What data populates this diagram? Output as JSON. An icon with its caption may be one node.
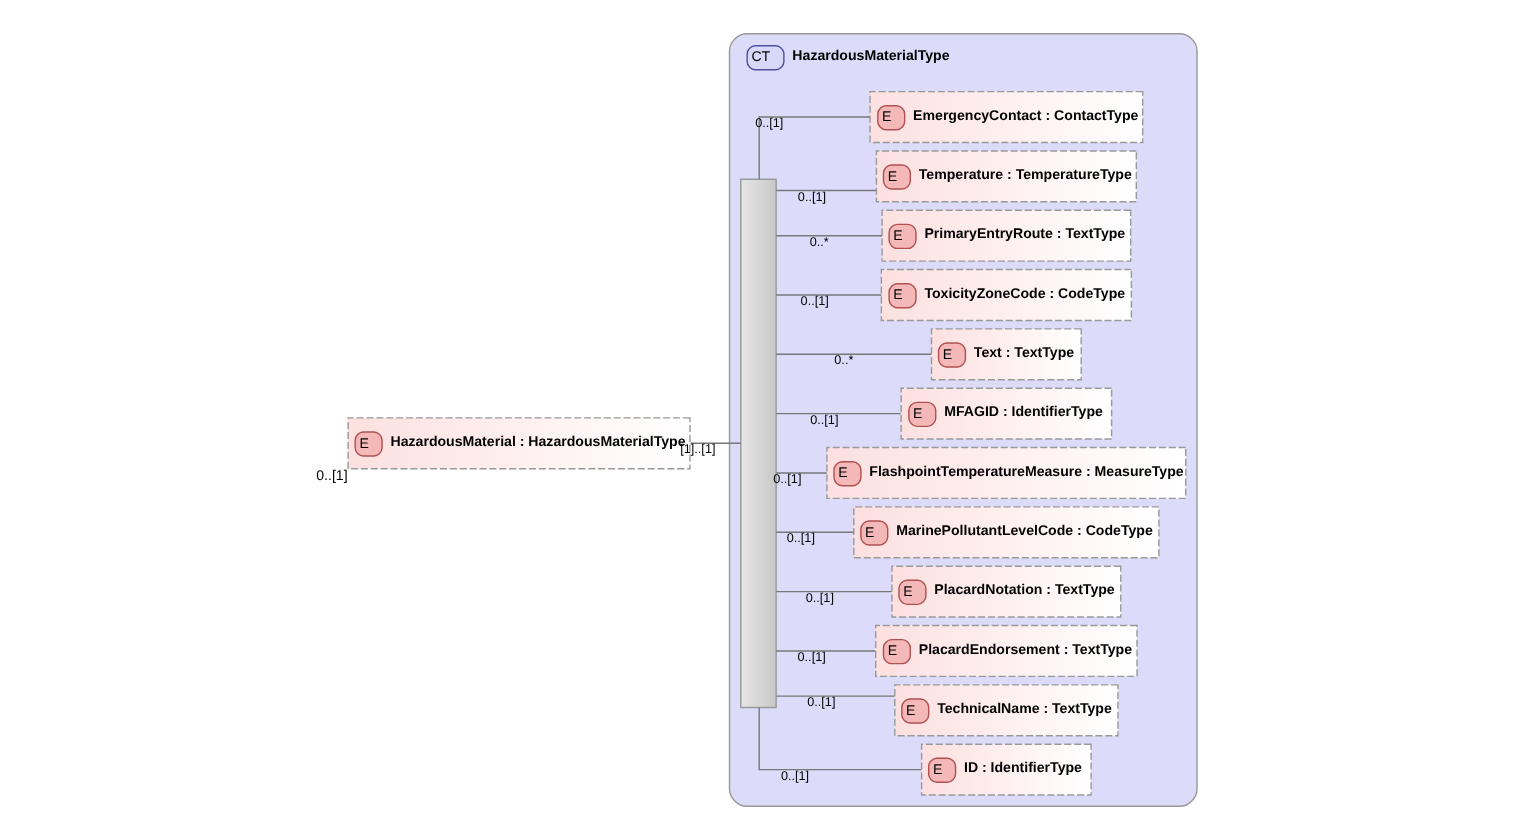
{
  "diagram": {
    "nodes": [
      {
        "text": [
          "E",
          "HazardousMaterial : HazardousMaterialType"
        ],
        "beside": [
          "0..[1]"
        ]
      },
      {
        "text": [
          "CT",
          "HazardousMaterialType"
        ]
      },
      {
        "text": [],
        "shape": "bar",
        "in": 1
      },
      {
        "text": [
          "E",
          "ID : IdentifierType"
        ],
        "in": 1
      },
      {
        "text": [
          "E",
          "TechnicalName : TextType"
        ],
        "in": 1
      },
      {
        "text": [
          "E",
          "PlacardEndorsement : TextType"
        ],
        "in": 1
      },
      {
        "text": [
          "E",
          "PlacardNotation : TextType"
        ],
        "in": 1
      },
      {
        "text": [
          "E",
          "MarinePollutantLevelCode : CodeType"
        ],
        "in": 1
      },
      {
        "text": [
          "E",
          "FlashpointTemperatureMeasure : MeasureType"
        ],
        "in": 1
      },
      {
        "text": [
          "E",
          "MFAGID : IdentifierType"
        ],
        "in": 1
      },
      {
        "text": [
          "E",
          "Text : TextType"
        ],
        "in": 1
      },
      {
        "text": [
          "E",
          "ToxicityZoneCode : CodeType"
        ],
        "in": 1
      },
      {
        "text": [
          "E",
          "PrimaryEntryRoute : TextType"
        ],
        "in": 1
      },
      {
        "text": [
          "E",
          "Temperature : TemperatureType"
        ],
        "in": 1
      },
      {
        "text": [
          "E",
          "EmergencyContact : ContactType"
        ],
        "in": 1
      }
    ],
    "edges": [
      {
        "from": 0,
        "to": 2,
        "arrow": "none",
        "label": "[1]..[1]"
      },
      {
        "from": 2,
        "to": 3,
        "arrow": "none",
        "label": "0..[1]"
      },
      {
        "from": 2,
        "to": 4,
        "arrow": "none",
        "label": "0..[1]"
      },
      {
        "from": 2,
        "to": 5,
        "arrow": "none",
        "label": "0..[1]"
      },
      {
        "from": 2,
        "to": 6,
        "arrow": "none",
        "label": "0..[1]"
      },
      {
        "from": 2,
        "to": 7,
        "arrow": "none",
        "label": "0..[1]"
      },
      {
        "from": 2,
        "to": 8,
        "arrow": "none",
        "label": "0..[1]"
      },
      {
        "from": 2,
        "to": 9,
        "arrow": "none",
        "label": "0..[1]"
      },
      {
        "from": 2,
        "to": 10,
        "arrow": "none",
        "label": "0..*"
      },
      {
        "from": 2,
        "to": 11,
        "arrow": "none",
        "label": "0..[1]"
      },
      {
        "from": 2,
        "to": 12,
        "arrow": "none",
        "label": "0..*"
      },
      {
        "from": 2,
        "to": 13,
        "arrow": "none",
        "label": "0..[1]"
      },
      {
        "from": 2,
        "to": 14,
        "arrow": "none",
        "label": "0..[1]"
      }
    ]
  }
}
